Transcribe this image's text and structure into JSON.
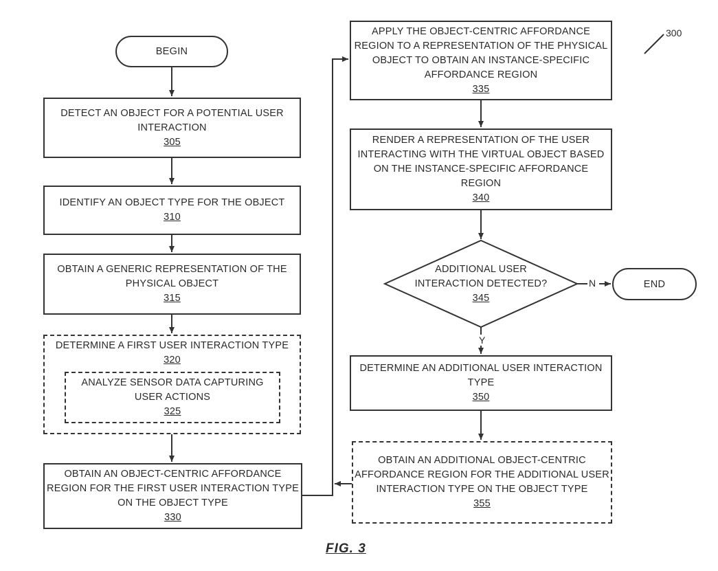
{
  "drawing_number": "300",
  "figure_label": "FIG. 3",
  "begin": "BEGIN",
  "end": "END",
  "steps": {
    "s305": {
      "lines": [
        "DETECT AN OBJECT FOR A POTENTIAL USER",
        "INTERACTION"
      ],
      "ref": "305"
    },
    "s310": {
      "lines": [
        "IDENTIFY AN OBJECT TYPE FOR THE OBJECT"
      ],
      "ref": "310"
    },
    "s315": {
      "lines": [
        "OBTAIN A GENERIC REPRESENTATION OF THE",
        "PHYSICAL OBJECT"
      ],
      "ref": "315"
    },
    "s320": {
      "lines": [
        "DETERMINE A FIRST USER INTERACTION TYPE"
      ],
      "ref": "320"
    },
    "s325": {
      "lines": [
        "ANALYZE SENSOR DATA CAPTURING",
        "USER ACTIONS"
      ],
      "ref": "325"
    },
    "s330": {
      "lines": [
        "OBTAIN AN OBJECT-CENTRIC AFFORDANCE",
        "REGION FOR THE FIRST USER INTERACTION TYPE",
        "ON THE OBJECT TYPE"
      ],
      "ref": "330"
    },
    "s335": {
      "lines": [
        "APPLY THE  OBJECT-CENTRIC AFFORDANCE",
        "REGION TO A REPRESENTATION OF THE PHYSICAL",
        "OBJECT TO OBTAIN AN INSTANCE-SPECIFIC",
        "AFFORDANCE REGION"
      ],
      "ref": "335"
    },
    "s340": {
      "lines": [
        "RENDER A REPRESENTATION OF THE USER",
        "INTERACTING WITH  THE VIRTUAL OBJECT BASED",
        "ON THE INSTANCE-SPECIFIC AFFORDANCE",
        "REGION"
      ],
      "ref": "340"
    },
    "s345": {
      "lines": [
        "ADDITIONAL USER",
        "INTERACTION DETECTED?"
      ],
      "ref": "345"
    },
    "s350": {
      "lines": [
        "DETERMINE AN ADDITIONAL USER INTERACTION",
        "TYPE"
      ],
      "ref": "350"
    },
    "s355": {
      "lines": [
        "OBTAIN AN ADDITIONAL OBJECT-CENTRIC",
        "AFFORDANCE REGION FOR THE ADDITIONAL USER",
        "INTERACTION TYPE ON THE OBJECT TYPE"
      ],
      "ref": "355"
    }
  },
  "edge_labels": {
    "no": "N",
    "yes": "Y"
  }
}
